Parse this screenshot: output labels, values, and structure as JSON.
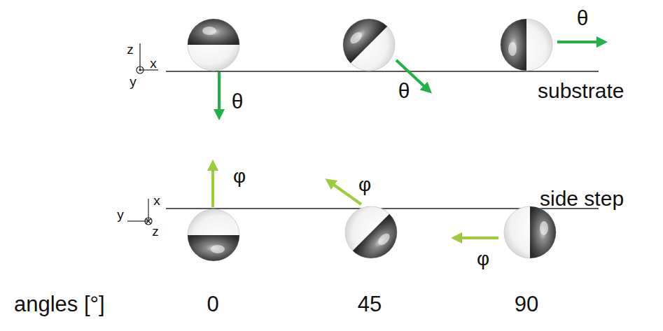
{
  "diagram": {
    "labels": [
      "z",
      "x",
      "y",
      "θ",
      "θ",
      "θ",
      "substrate",
      "x",
      "y",
      "z",
      "φ",
      "φ",
      "φ",
      "side step",
      "angles [°]",
      "0",
      "45",
      "90"
    ]
  }
}
